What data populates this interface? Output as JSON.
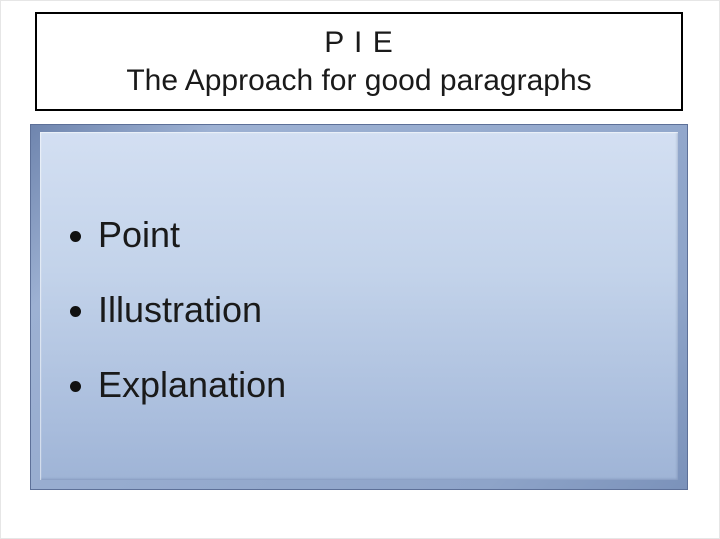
{
  "title": {
    "line1": "P I E",
    "line2": "The Approach for good paragraphs"
  },
  "bullets": [
    "Point",
    "Illustration",
    "Explanation"
  ],
  "colors": {
    "title_border": "#000000",
    "panel_gradient_top": "#d3dff2",
    "panel_gradient_bottom": "#9fb4d6",
    "panel_frame": "#8ea4c9",
    "text": "#1a1a1a"
  }
}
